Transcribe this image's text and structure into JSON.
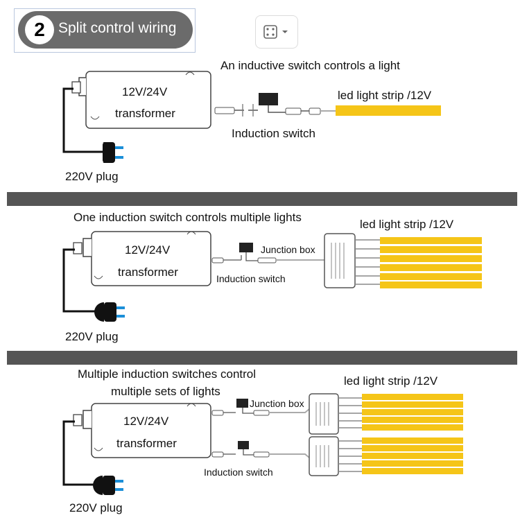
{
  "header": {
    "step_number": "2",
    "title": "Split control wiring",
    "widget_icon": "image-options-dropdown-icon"
  },
  "panels": [
    {
      "heading": "An inductive switch controls a light",
      "transformer": "12V/24V",
      "transformer_sub": "transformer",
      "switch_label": "Induction switch",
      "strip_label": "led light strip /12V",
      "plug_label": "220V plug"
    },
    {
      "heading": "One induction switch controls multiple lights",
      "transformer": "12V/24V",
      "transformer_sub": "transformer",
      "switch_label": "Induction switch",
      "junction_label": "Junction box",
      "strip_label": "led light strip /12V",
      "plug_label": "220V plug"
    },
    {
      "heading_line1": "Multiple induction switches control",
      "heading_line2": "multiple sets of lights",
      "transformer": "12V/24V",
      "transformer_sub": "transformer",
      "switch_label": "Induction switch",
      "junction_label": "Junction box",
      "strip_label": "led light strip /12V",
      "plug_label": "220V plug"
    }
  ],
  "colors": {
    "strip": "#f5c518",
    "divider": "#555555",
    "header_pill": "#6b6b6b",
    "plug_pin": "#1b8fd8"
  }
}
